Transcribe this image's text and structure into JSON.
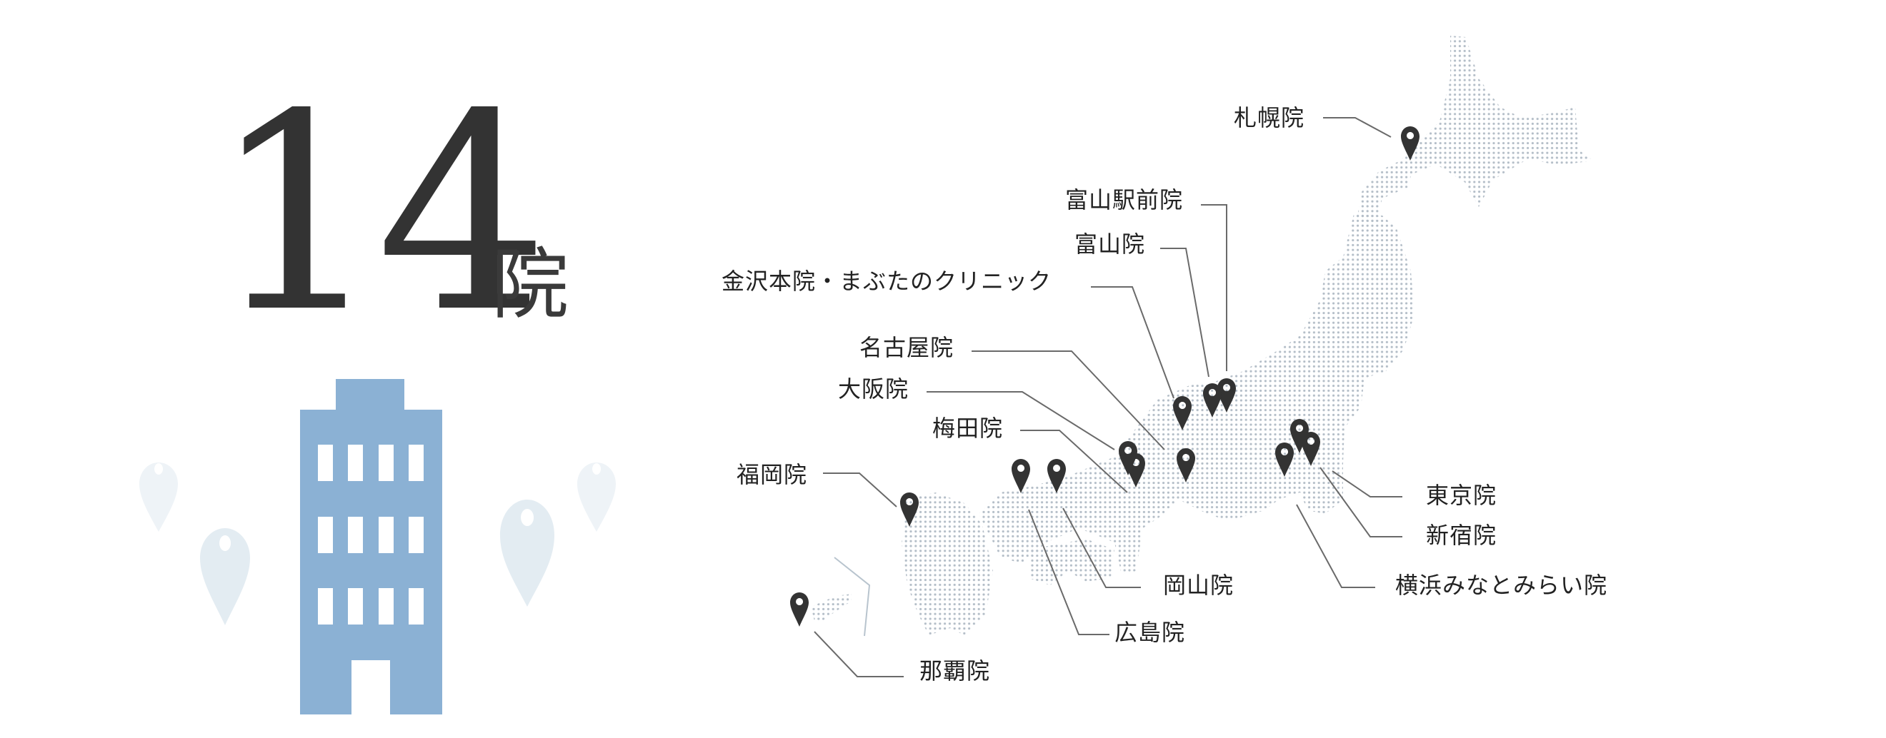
{
  "headline": {
    "count": "14",
    "unit": "院"
  },
  "colors": {
    "text": "#222222",
    "building": "#8bb1d4",
    "decor_pin": "#e3ecf2",
    "map_dot": "#b4bec8",
    "pin": "#333333",
    "leader_line": "#666666",
    "okinawa_divider": "#b8c4ce"
  },
  "clinics": [
    {
      "id": "sapporo",
      "label": "札幌院"
    },
    {
      "id": "toyama-ekimae",
      "label": "富山駅前院"
    },
    {
      "id": "toyama",
      "label": "富山院"
    },
    {
      "id": "kanazawa",
      "label": "金沢本院・まぶたのクリニック"
    },
    {
      "id": "nagoya",
      "label": "名古屋院"
    },
    {
      "id": "osaka",
      "label": "大阪院"
    },
    {
      "id": "umeda",
      "label": "梅田院"
    },
    {
      "id": "fukuoka",
      "label": "福岡院"
    },
    {
      "id": "tokyo",
      "label": "東京院"
    },
    {
      "id": "shinjuku",
      "label": "新宿院"
    },
    {
      "id": "yokohama",
      "label": "横浜みなとみらい院"
    },
    {
      "id": "okayama",
      "label": "岡山院"
    },
    {
      "id": "hiroshima",
      "label": "広島院"
    },
    {
      "id": "naha",
      "label": "那覇院"
    }
  ]
}
